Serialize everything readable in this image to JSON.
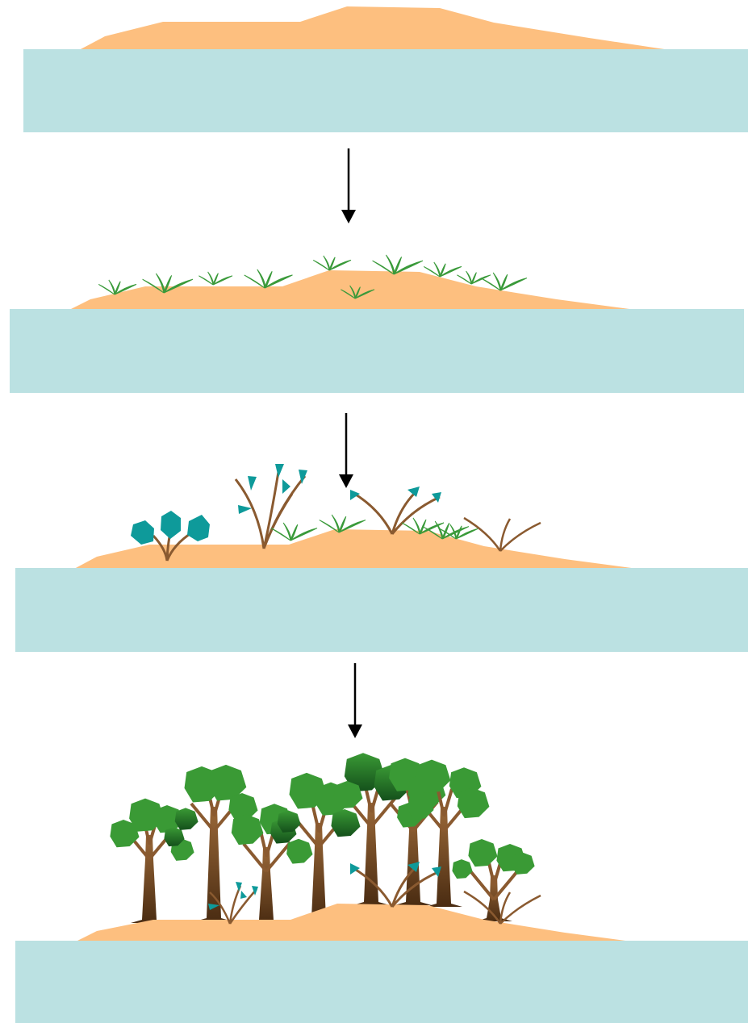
{
  "diagram": {
    "type": "ecological succession on a sandbar",
    "stages": [
      {
        "name": "bare-sand-stage",
        "plants": []
      },
      {
        "name": "grass-stage",
        "plants": [
          "grass"
        ]
      },
      {
        "name": "shrub-stage",
        "plants": [
          "grass",
          "shrub",
          "small-tree"
        ]
      },
      {
        "name": "forest-stage",
        "plants": [
          "tree",
          "shrub"
        ]
      }
    ],
    "arrow_count": 3
  },
  "colors": {
    "water": "#bbe1e2",
    "sand": "#fdbf7f",
    "grass": "#3a9a3a",
    "leaf_light": "#3a9a35",
    "leaf_dark": "#1a5e22",
    "leaf_teal": "#0e9a9a",
    "trunk": "#8a5a30",
    "arrow": "#000000"
  }
}
